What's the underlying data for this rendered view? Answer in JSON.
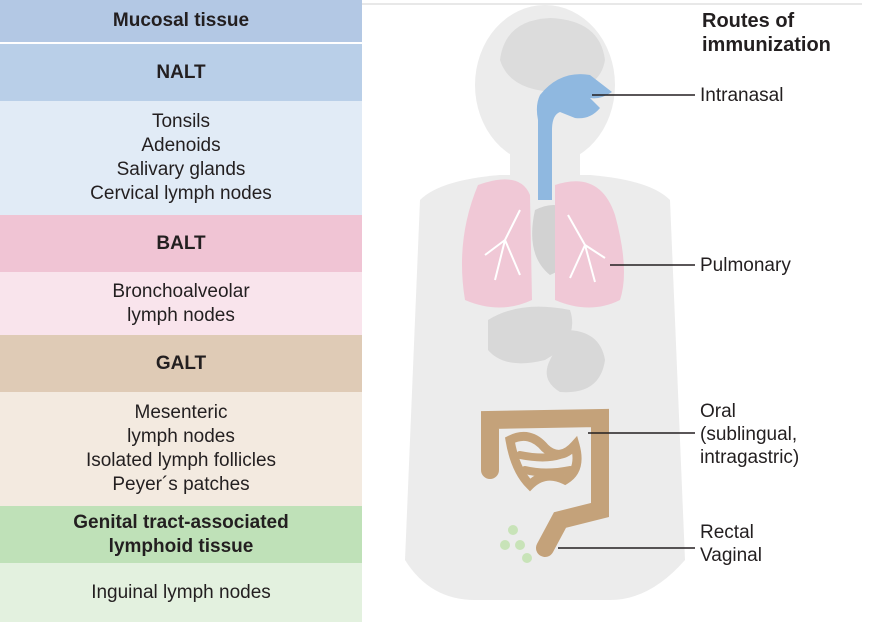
{
  "table": {
    "title": "Mucosal tissue",
    "sections": [
      {
        "header": [
          "NALT"
        ],
        "items": [
          "Tonsils",
          "Adenoids",
          "Salivary glands",
          "Cervical lymph nodes"
        ]
      },
      {
        "header": [
          "BALT"
        ],
        "items": [
          "Bronchoalveolar",
          "lymph nodes"
        ]
      },
      {
        "header": [
          "GALT"
        ],
        "items": [
          "Mesenteric",
          "lymph nodes",
          "Isolated lymph follicles",
          "Peyer´s patches"
        ]
      },
      {
        "header": [
          "Genital tract-associated",
          "lymphoid tissue"
        ],
        "items": [
          "Inguinal lymph nodes"
        ]
      }
    ]
  },
  "routes": {
    "title": [
      "Routes of",
      "immunization"
    ],
    "items": [
      {
        "lines": [
          "Intranasal"
        ]
      },
      {
        "lines": [
          "Pulmonary"
        ]
      },
      {
        "lines": [
          "Oral",
          "(sublingual,",
          "intragastric)"
        ]
      },
      {
        "lines": [
          "Rectal",
          "Vaginal"
        ]
      }
    ]
  },
  "colors": {
    "nalt": "#b9cfe8",
    "balt": "#f0c4d4",
    "galt": "#dfcbb6",
    "genital": "#bfe1b8",
    "airway": "#8fb8e0",
    "lung": "#f0c8d6",
    "gut": "#c4a27a",
    "body": "#e8e8e8"
  }
}
